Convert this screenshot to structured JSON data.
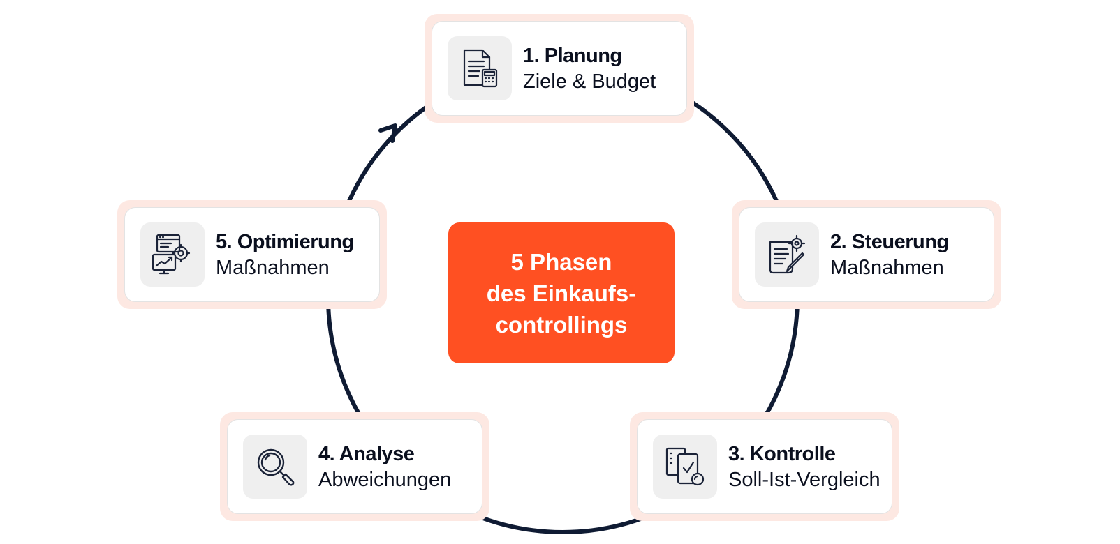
{
  "colors": {
    "accent": "#ff5022",
    "halo": "#fde8e2",
    "ring": "#0f1b33",
    "icon_stroke": "#1b2338",
    "icon_bg": "#efefef"
  },
  "center": {
    "line1": "5 Phasen",
    "line2": "des Einkaufs-",
    "line3": "controllings"
  },
  "phases": [
    {
      "title": "1. Planung",
      "subtitle": "Ziele & Budget",
      "icon": "document-calculator-icon"
    },
    {
      "title": "2. Steuerung",
      "subtitle": "Maßnahmen",
      "icon": "document-gear-pencil-icon"
    },
    {
      "title": "3. Kontrolle",
      "subtitle": "Soll-Ist-Vergleich",
      "icon": "checklist-compare-icon"
    },
    {
      "title": "4. Analyse",
      "subtitle": "Abweichungen",
      "icon": "magnifier-icon"
    },
    {
      "title": "5. Optimierung",
      "subtitle": "Maßnahmen",
      "icon": "chart-gear-icon"
    }
  ]
}
